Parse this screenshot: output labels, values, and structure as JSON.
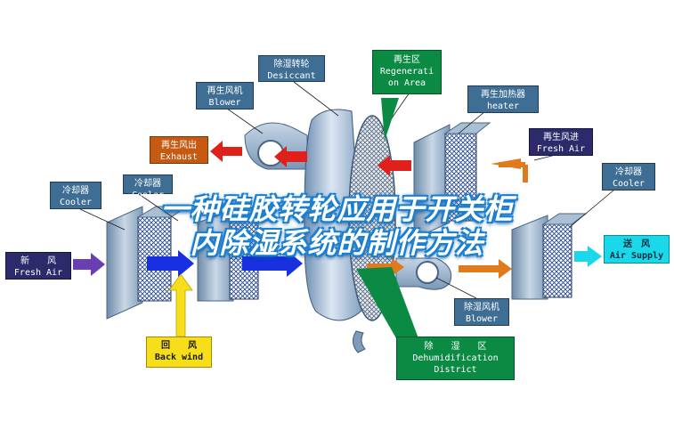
{
  "labels": {
    "desiccant": {
      "zh": "除湿转轮",
      "en": "Desiccant"
    },
    "regen_area": {
      "zh": "再生区",
      "en1": "Regenerati",
      "en2": "on Area"
    },
    "regen_blower": {
      "zh": "再生风机",
      "en": "Blower"
    },
    "regen_heater": {
      "zh": "再生加热器",
      "en": "heater"
    },
    "regen_exhaust": {
      "zh": "再生风出",
      "en": "Exhaust"
    },
    "regen_fresh": {
      "zh": "再生风进",
      "en": "Fresh Air"
    },
    "cooler_left": {
      "zh": "冷却器",
      "en": "Cooler"
    },
    "cooler_mid": {
      "zh": "冷却器",
      "en": "Cooler"
    },
    "cooler_right": {
      "zh": "冷却器",
      "en": "Cooler"
    },
    "fresh_air": {
      "zh": "新　　风",
      "en": "Fresh Air"
    },
    "supply_air": {
      "zh": "送　风",
      "en": "Air Supply"
    },
    "back_wind": {
      "zh": "回　　风",
      "en": "Back wind"
    },
    "dehum_blower": {
      "zh": "除湿风机",
      "en": "Blower"
    },
    "dehum_district": {
      "zh": "除　　湿　　区",
      "en1": "Dehumidification",
      "en2": "District"
    }
  },
  "watermark": {
    "line1": "一种硅胶转轮应用于开关柜",
    "line2": "内除湿系统的制作方法"
  },
  "colors": {
    "label_blue": "#3f6e95",
    "exhaust_red": "#8c1b0b",
    "fresh_navy": "#2c2a6a",
    "dehum_green": "#0b8a43",
    "supply_cyan": "#1ad8ea",
    "return_yellow": "#f6df1a",
    "flow_blue": "#1830e0",
    "flow_red": "#e0201a",
    "flow_orange": "#e07a1a"
  }
}
